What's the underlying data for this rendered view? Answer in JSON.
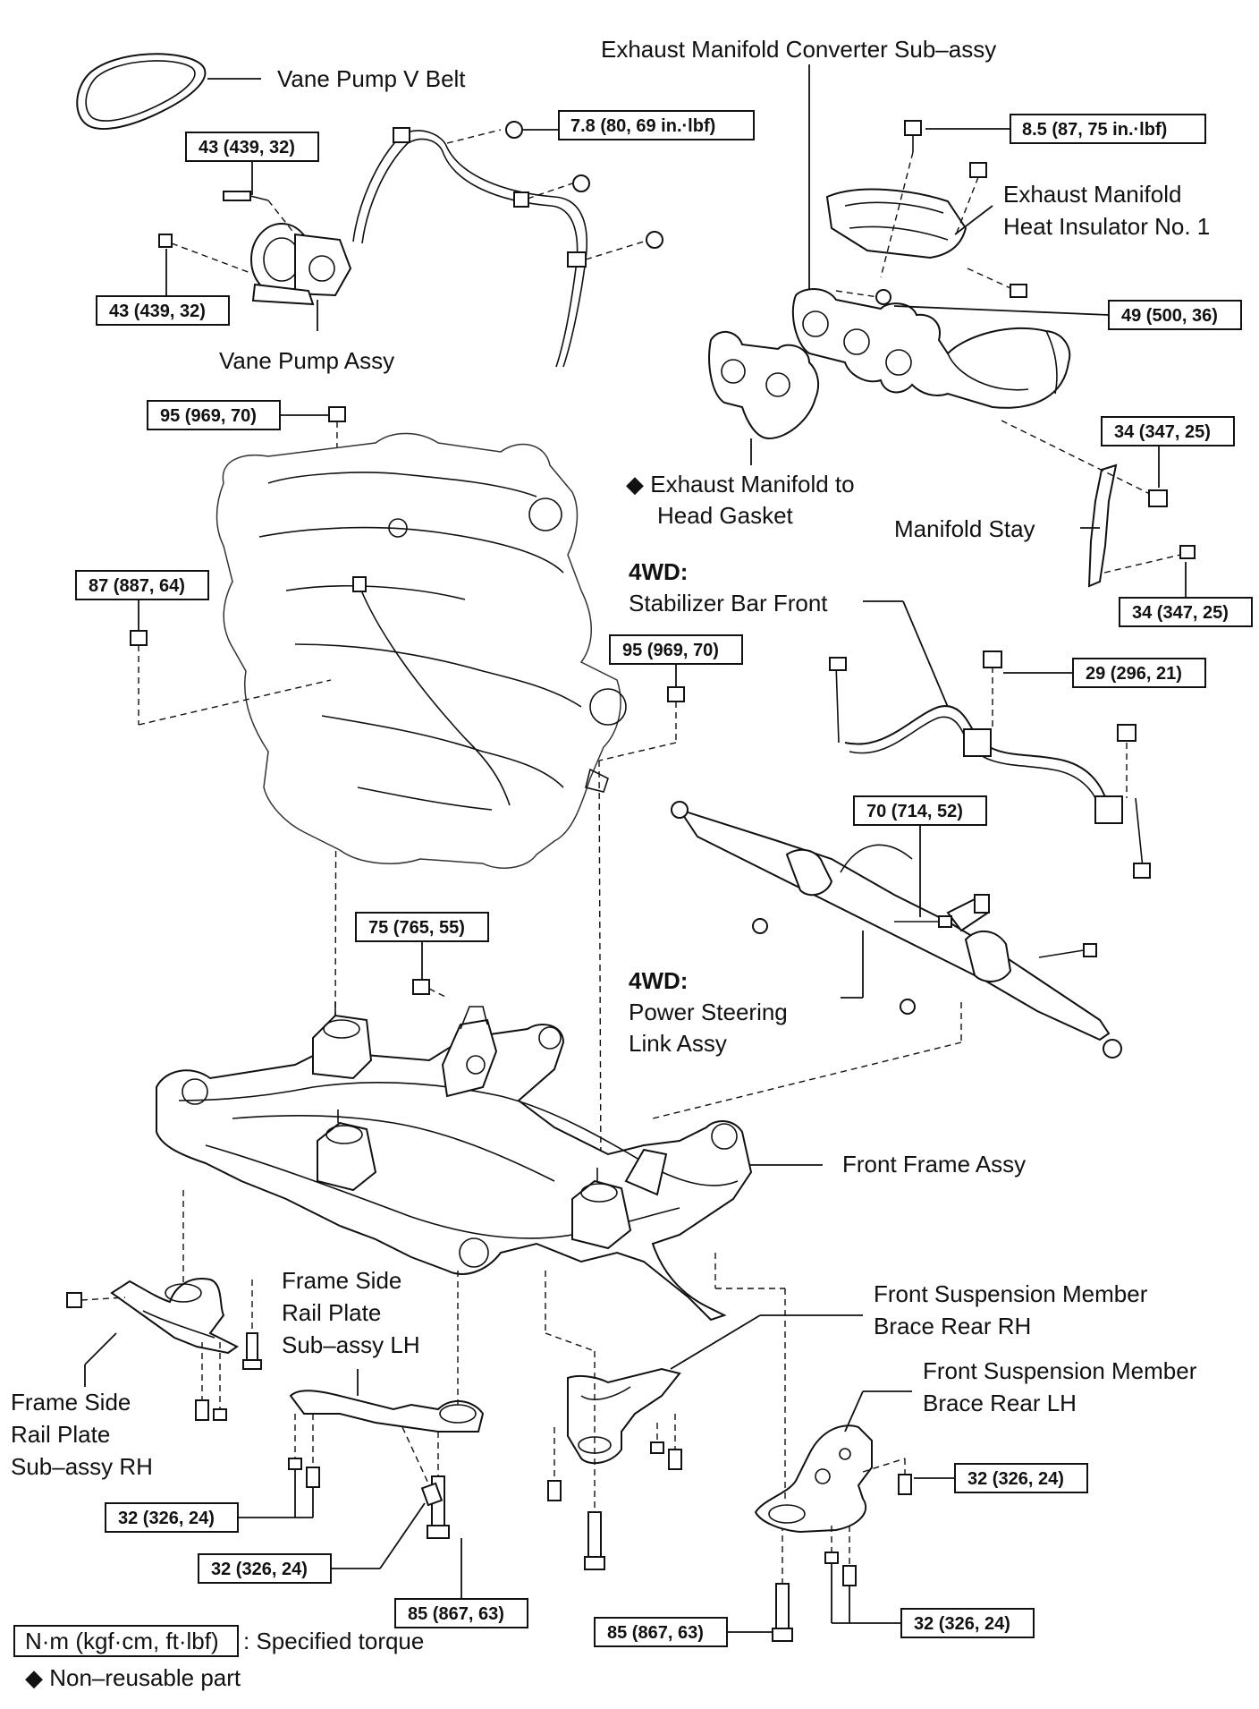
{
  "labels": {
    "vane_pump_v_belt": "Vane Pump V Belt",
    "vane_pump_assy": "Vane Pump Assy",
    "exhaust_manifold_converter": "Exhaust Manifold Converter Sub–assy",
    "heat_insulator_line1": "Exhaust Manifold",
    "heat_insulator_line2": "Heat Insulator No. 1",
    "gasket_line1": "Exhaust Manifold to",
    "gasket_line2": "Head Gasket",
    "manifold_stay": "Manifold Stay",
    "stabilizer_4wd": "4WD:",
    "stabilizer": "Stabilizer Bar Front",
    "steering_4wd": "4WD:",
    "steering_line1": "Power Steering",
    "steering_line2": "Link Assy",
    "front_frame": "Front Frame Assy",
    "rail_lh_line1": "Frame Side",
    "rail_lh_line2": "Rail Plate",
    "rail_lh_line3": "Sub–assy LH",
    "rail_rh_line1": "Frame Side",
    "rail_rh_line2": "Rail Plate",
    "rail_rh_line3": "Sub–assy RH",
    "brace_rh_line1": "Front Suspension Member",
    "brace_rh_line2": "Brace Rear RH",
    "brace_lh_line1": "Front Suspension Member",
    "brace_lh_line2": "Brace Rear LH"
  },
  "torques": {
    "pump_upper": "43 (439, 32)",
    "pump_lower": "43 (439, 32)",
    "pipe_nut": "7.8 (80, 69 in.·lbf)",
    "insulator_bolt": "8.5 (87, 75 in.·lbf)",
    "manifold_nut": "49 (500, 36)",
    "mount_top": "95 (969, 70)",
    "stay_nut": "34 (347, 25)",
    "stay_bolt": "34 (347, 25)",
    "engine_left": "87 (887, 64)",
    "mount_right": "95 (969, 70)",
    "stabilizer_bolt": "29 (296, 21)",
    "steering_bolt": "70 (714, 52)",
    "frame_mount": "75 (765, 55)",
    "brace_lh_bolt": "32 (326, 24)",
    "rail_bolts": "32 (326, 24)",
    "rail_bolt_center": "32 (326, 24)",
    "rail_long_bolt": "85 (867, 63)",
    "brace_rh_long_bolt": "85 (867, 63)",
    "brace_lh_bolts": "32 (326, 24)"
  },
  "legend": {
    "unit": "N·m (kgf·cm, ft·lbf)",
    "unit_desc": ": Specified torque",
    "non_reusable_symbol": "◆",
    "non_reusable": "Non–reusable part"
  }
}
